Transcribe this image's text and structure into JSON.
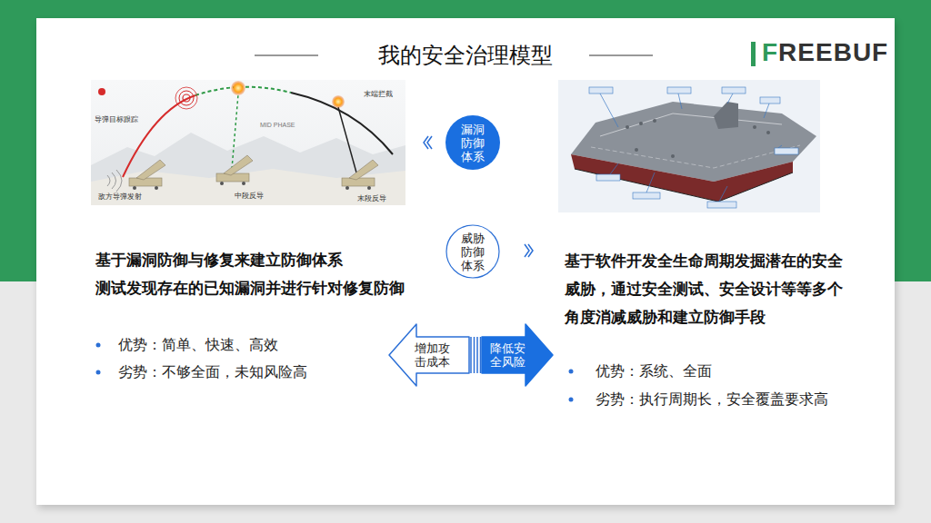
{
  "diagram": {
    "title": "我的安全治理模型",
    "nodes": [
      {
        "text": [
          "漏洞防御体系"
        ]
      },
      {
        "text": [
          "威胁防御体系"
        ]
      },
      {
        "text": [
          "增加攻击成本"
        ]
      },
      {
        "text": [
          "降低安全风险"
        ]
      }
    ],
    "labels": [
      "FREEBUF",
      "导弹目标跟踪",
      "敌方导弹发射",
      "MID PHASE",
      "中段反导",
      "末段反导",
      "末端拦截",
      "基于漏洞防御与修复来建立防御体系",
      "测试发现存在的已知漏洞并进行针对修复防御",
      "优势：简单、快速、高效",
      "劣势：不够全面，未知风险高",
      "基于软件开发全生命周期发掘潜在的安全威胁，通过安全测试、安全设计等等多个角度消减威胁和建立防御手段",
      "优势：系统、全面",
      "劣势：执行周期长，安全覆盖要求高"
    ]
  }
}
